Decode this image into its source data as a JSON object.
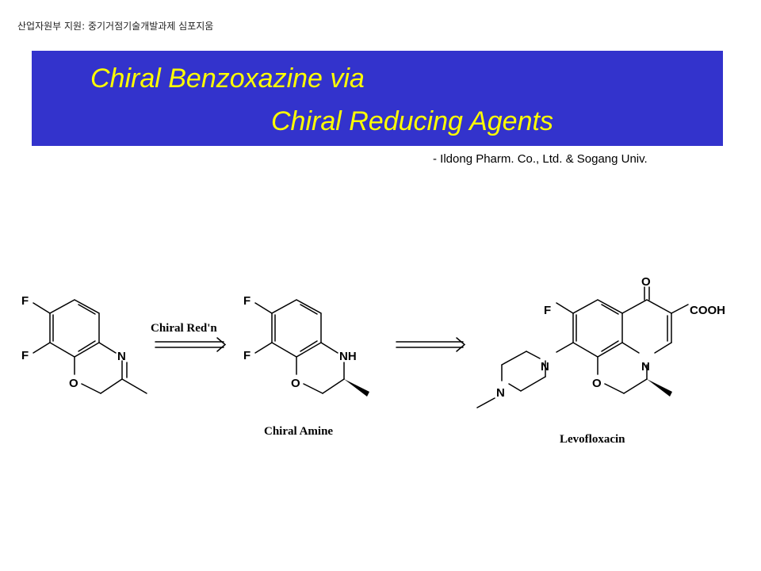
{
  "header_note": "산업자원부 지원: 중기거점기술개발과제 심포지움",
  "title": {
    "line1": "Chiral Benzoxazine via",
    "line2": "Chiral Reducing Agents"
  },
  "affiliation": "- Ildong Pharm. Co., Ltd. & Sogang Univ.",
  "scheme": {
    "reagent_label": "Chiral Red'n",
    "compound2_name": "Chiral Amine",
    "compound3_name": "Levofloxacin",
    "atoms": {
      "fluorine": "F",
      "nitrogen": "N",
      "oxygen": "O",
      "amine_nh": "NH",
      "carboxyl": "COOH"
    }
  },
  "colors": {
    "banner": "#3333cc",
    "title_text": "#ffff00"
  }
}
